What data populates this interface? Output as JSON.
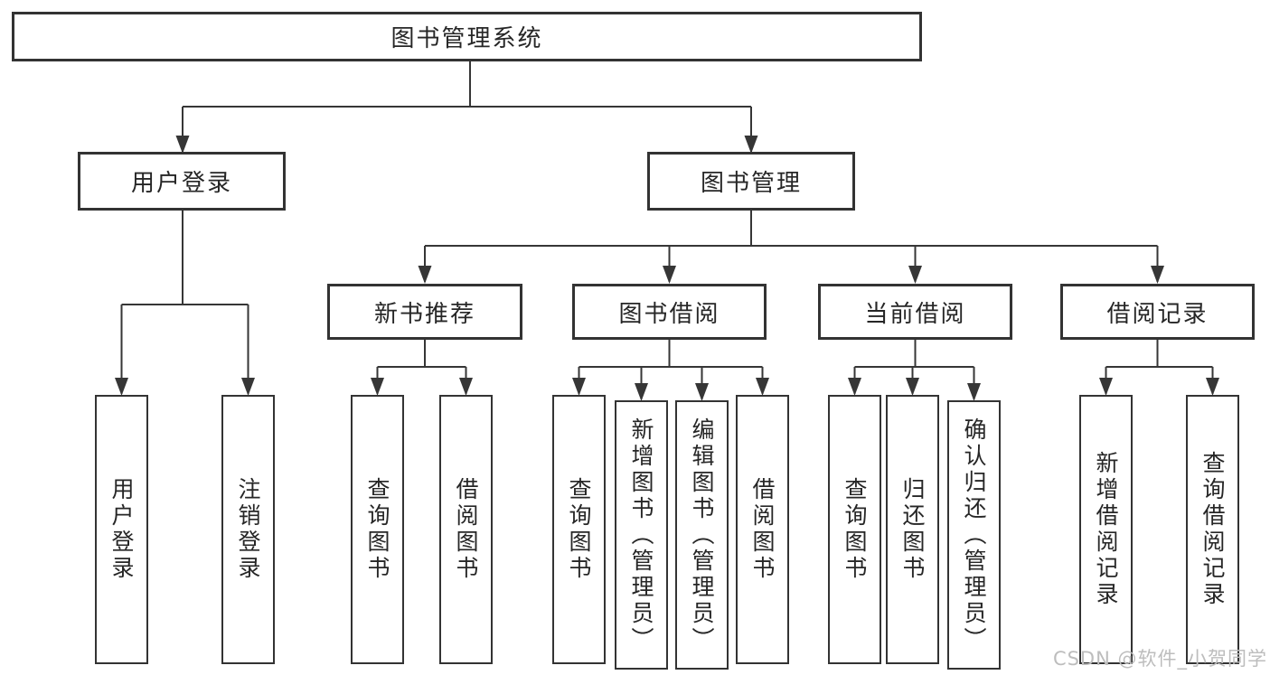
{
  "diagram_title": "图书管理系统",
  "tree": {
    "label": "图书管理系统",
    "children": [
      {
        "label": "用户登录",
        "children": [
          {
            "label": "用户登录"
          },
          {
            "label": "注销登录"
          }
        ]
      },
      {
        "label": "图书管理",
        "children": [
          {
            "label": "新书推荐",
            "children": [
              {
                "label": "查询图书"
              },
              {
                "label": "借阅图书"
              }
            ]
          },
          {
            "label": "图书借阅",
            "children": [
              {
                "label": "查询图书"
              },
              {
                "label": "新增图书（管理员）"
              },
              {
                "label": "编辑图书（管理员）"
              },
              {
                "label": "借阅图书"
              }
            ]
          },
          {
            "label": "当前借阅",
            "children": [
              {
                "label": "查询图书"
              },
              {
                "label": "归还图书"
              },
              {
                "label": "确认归还（管理员）"
              }
            ]
          },
          {
            "label": "借阅记录",
            "children": [
              {
                "label": "新增借阅记录"
              },
              {
                "label": "查询借阅记录"
              }
            ]
          }
        ]
      }
    ]
  },
  "watermark": {
    "text": "CSDN @软件_小贺同学",
    "color": "#bdbdbd"
  },
  "colors": {
    "line": "#363636",
    "box_border": "#333333",
    "text": "#262626",
    "background": "#ffffff"
  }
}
